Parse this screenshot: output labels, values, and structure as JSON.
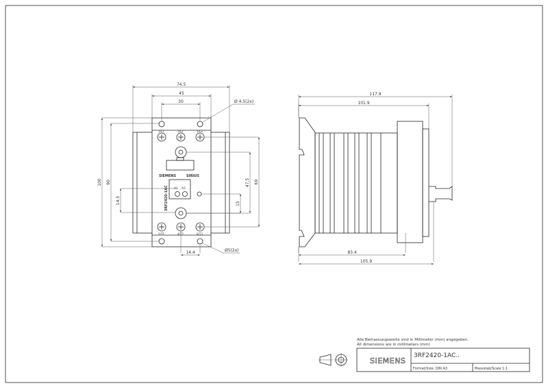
{
  "front_view": {
    "dims": {
      "w_total": "74.5",
      "w_body": "45",
      "w_holes": "30",
      "h_total": "100",
      "h_holes": "90",
      "h_14_5": "14.5",
      "h_69": "69",
      "h_47_5": "47.5",
      "h_15": "15",
      "w_14_4": "14.4"
    },
    "hole_top": "Ø 4.5(2x)",
    "hole_bottom": "Ø5(2x)",
    "terminals_top": [
      "1/L1",
      "3/L2",
      "5/L3"
    ],
    "terminals_bottom": [
      "2/T1",
      "4/T2",
      "6/T3"
    ],
    "control_terminals": [
      "A1",
      "A2"
    ],
    "product_label": "3RF2420-1AC",
    "brand_label": "SIEMENS",
    "series_label": "SIRIUS"
  },
  "side_view": {
    "dims": {
      "d_117_9": "117.9",
      "d_101_9": "101.9",
      "d_83_4": "83.4",
      "d_105_9": "105.9"
    }
  },
  "title_block": {
    "note_de": "Alle Bemassungswerte sind in Millimeter (mm) angegeben.",
    "note_en": "All dimensions are in millimeters (mm)",
    "logo": "SIEMENS",
    "part_number": "3RF2420-1AC..",
    "format": "Format/Size: DIN A3",
    "scale": "Massstab/Scale 1:1"
  }
}
